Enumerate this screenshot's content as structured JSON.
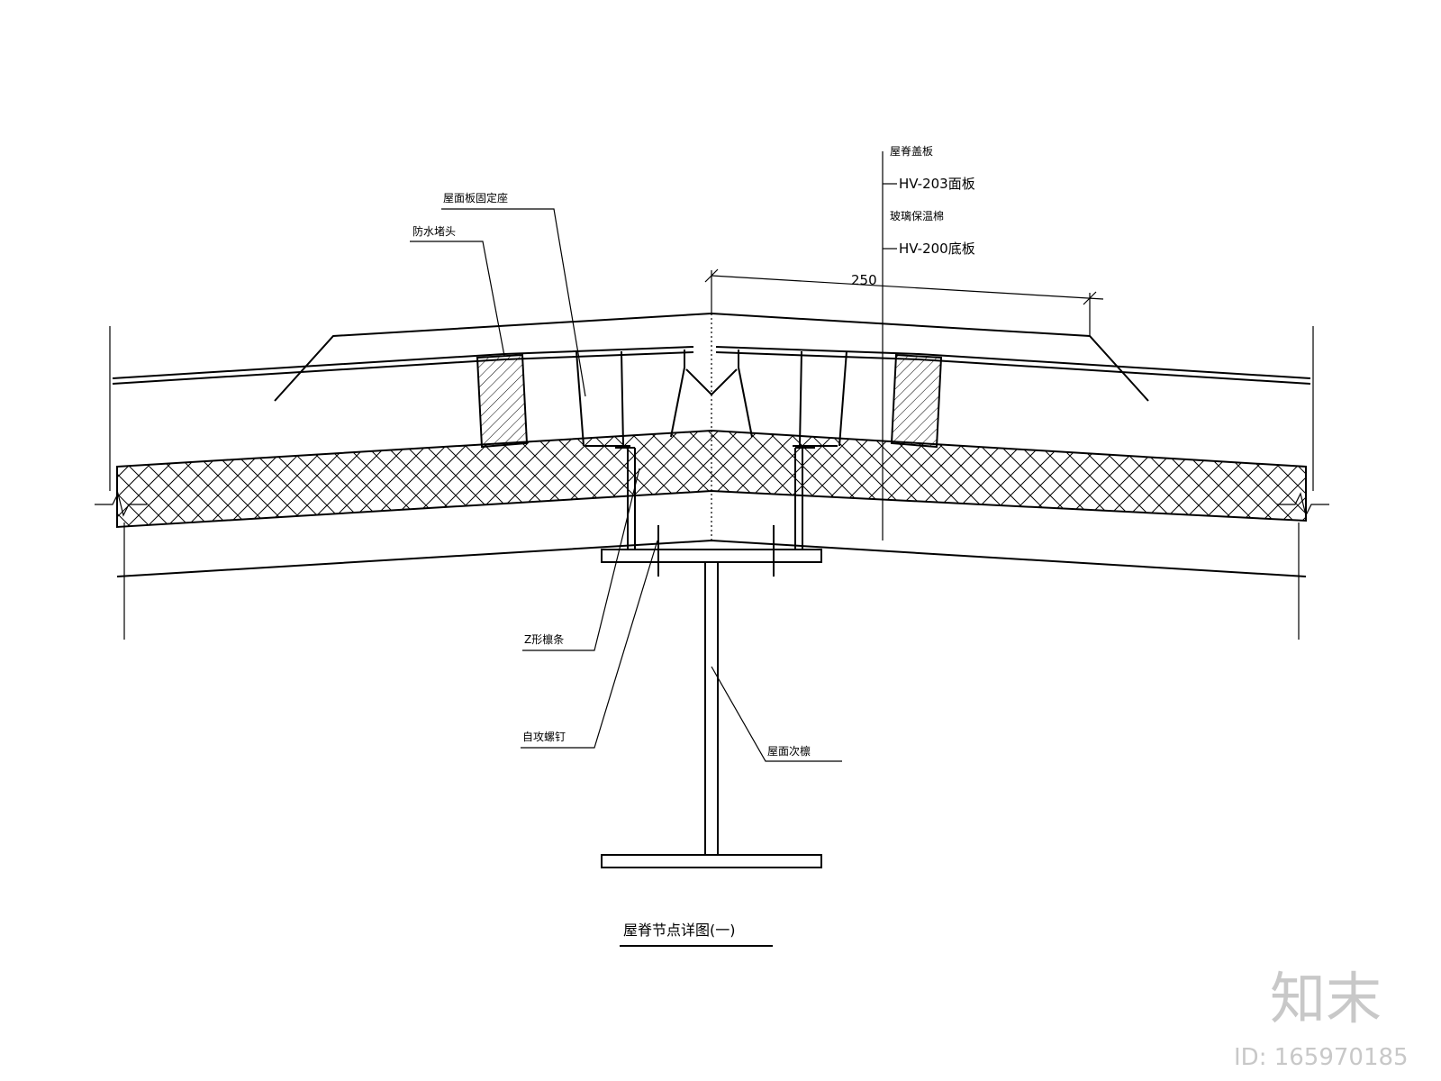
{
  "labels": {
    "fixing_seat": "屋面板固定座",
    "waterproof_plug": "防水堵头",
    "ridge_cap": "屋脊盖板",
    "hv203": "HV-203面板",
    "glass_wool": "玻璃保温棉",
    "hv200": "HV-200底板",
    "z_purlin": "Z形檩条",
    "self_tapping_screw": "自攻螺钉",
    "secondary_purlin": "屋面次檩"
  },
  "dimension": "250",
  "title": "屋脊节点详图(一)",
  "watermark": {
    "brand": "知末",
    "id": "ID: 165970185"
  }
}
